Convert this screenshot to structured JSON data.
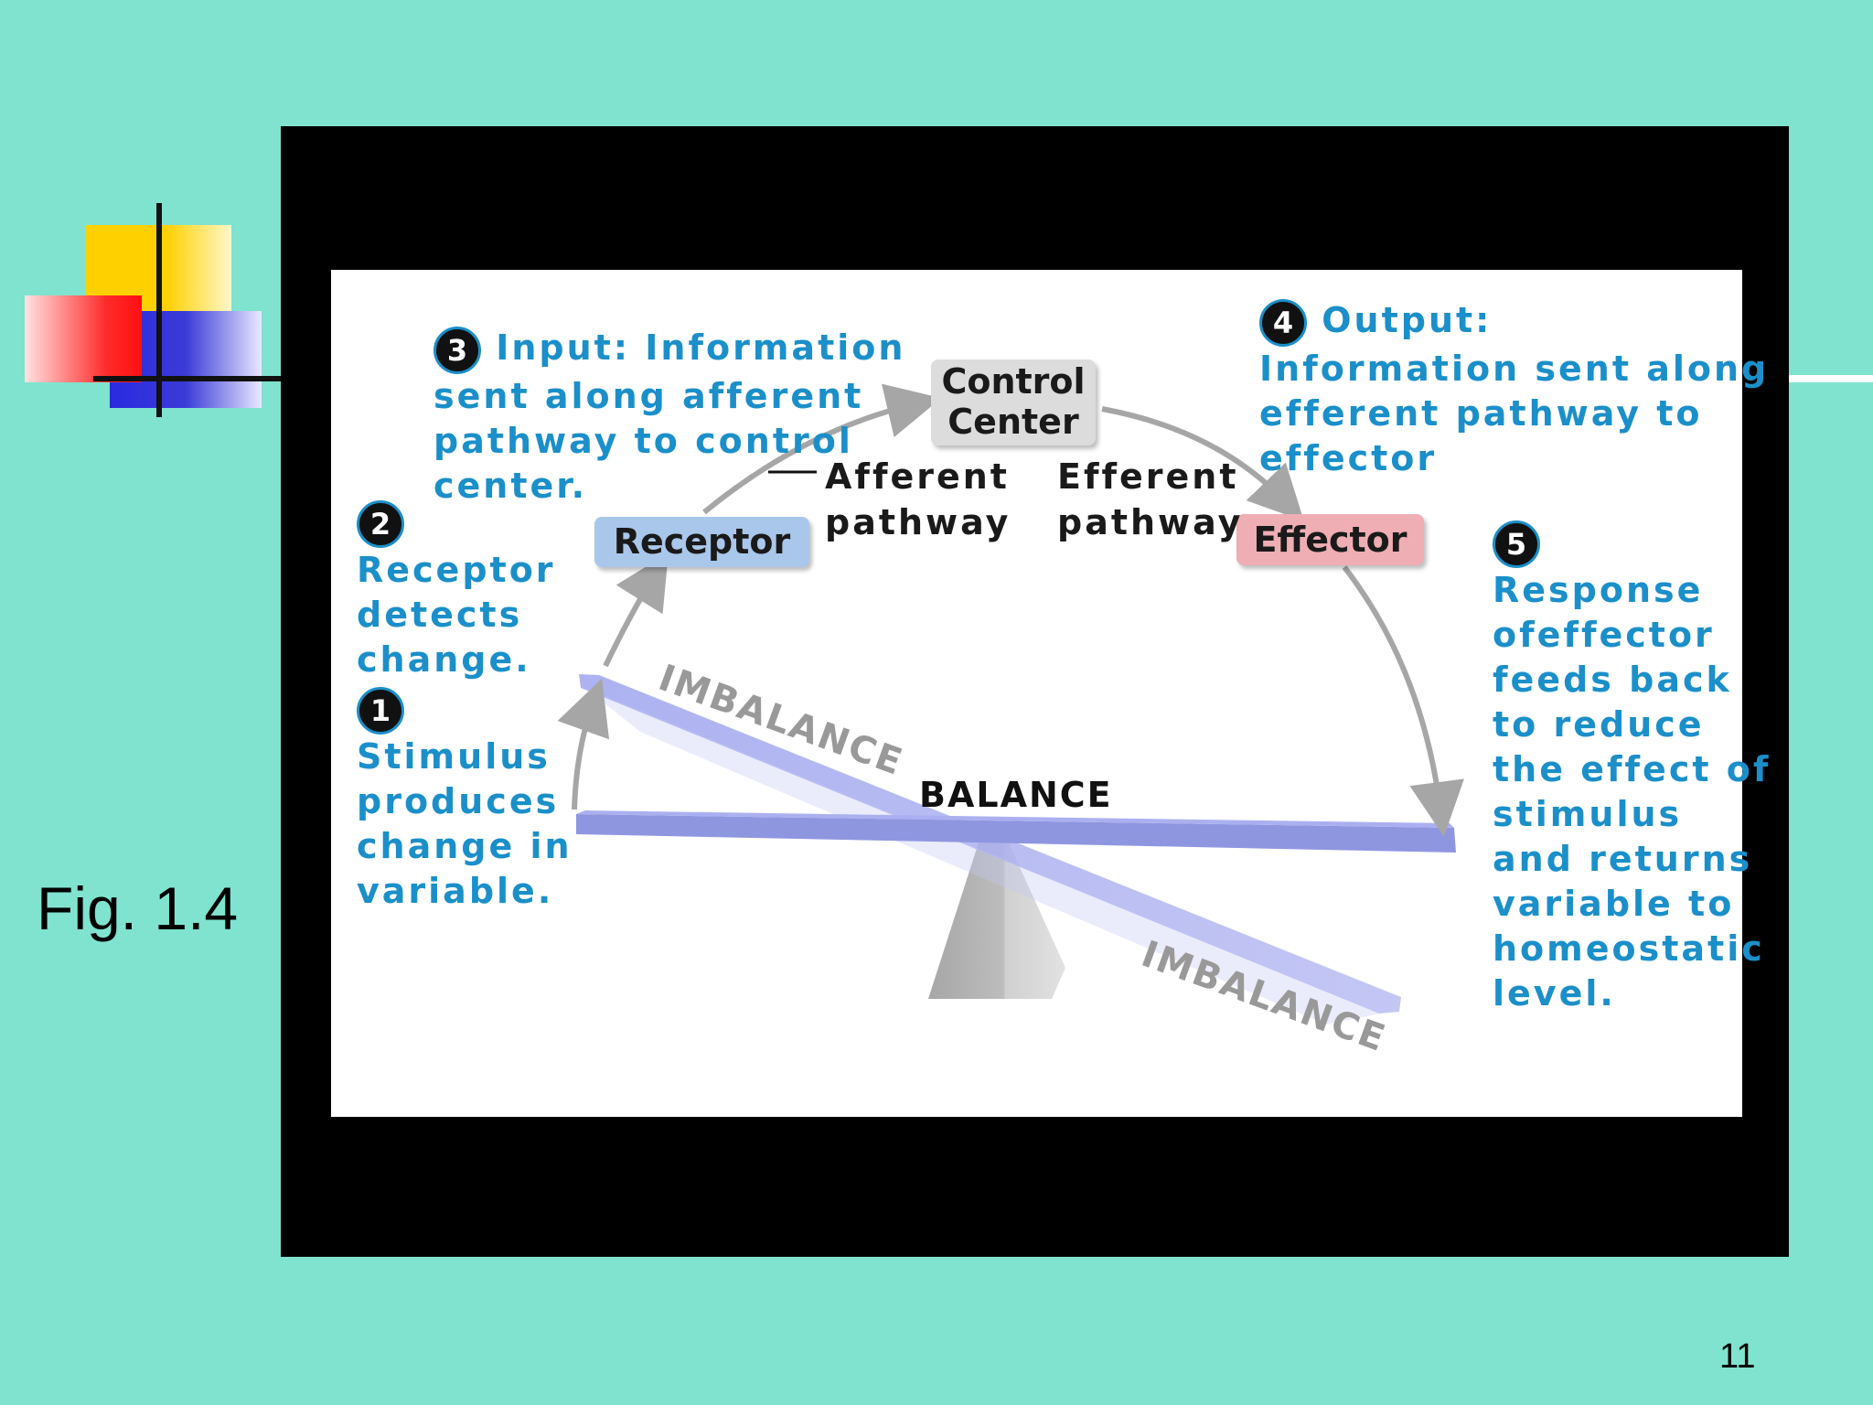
{
  "slide": {
    "figure_label": "Fig. 1.4",
    "page_number": "11"
  },
  "diagram": {
    "control_center": {
      "line1": "Control",
      "line2": "Center"
    },
    "receptor": "Receptor",
    "effector": "Effector",
    "afferent": {
      "line1": "Afferent",
      "line2": "pathway"
    },
    "efferent": {
      "line1": "Efferent",
      "line2": "pathway"
    },
    "imbalance_top": "IMBALANCE",
    "imbalance_bottom": "IMBALANCE",
    "balance": "BALANCE",
    "steps": [
      {
        "number": "1",
        "lines": [
          "Stimulus",
          "produces",
          "change in",
          "variable."
        ]
      },
      {
        "number": "2",
        "lines": [
          "Receptor",
          "detects",
          "change."
        ]
      },
      {
        "number": "3",
        "lines": [
          "Input: Information",
          "sent along afferent",
          "pathway to control",
          "center."
        ]
      },
      {
        "number": "4",
        "lines": [
          "Output:",
          "Information sent along",
          "efferent pathway to",
          "effector"
        ]
      },
      {
        "number": "5",
        "lines": [
          "Response",
          "ofeffector",
          "feeds back",
          "to reduce",
          "the effect of",
          "stimulus",
          "and returns",
          "variable to",
          "homeostatic",
          "level."
        ]
      }
    ]
  },
  "colors": {
    "background": "#7fe3cf",
    "step_text": "#1b8fc9",
    "receptor_box": "#a9c7ea",
    "effector_box": "#eeaeb4",
    "control_box": "#dcdcdc",
    "beam": "#8f96e0"
  }
}
